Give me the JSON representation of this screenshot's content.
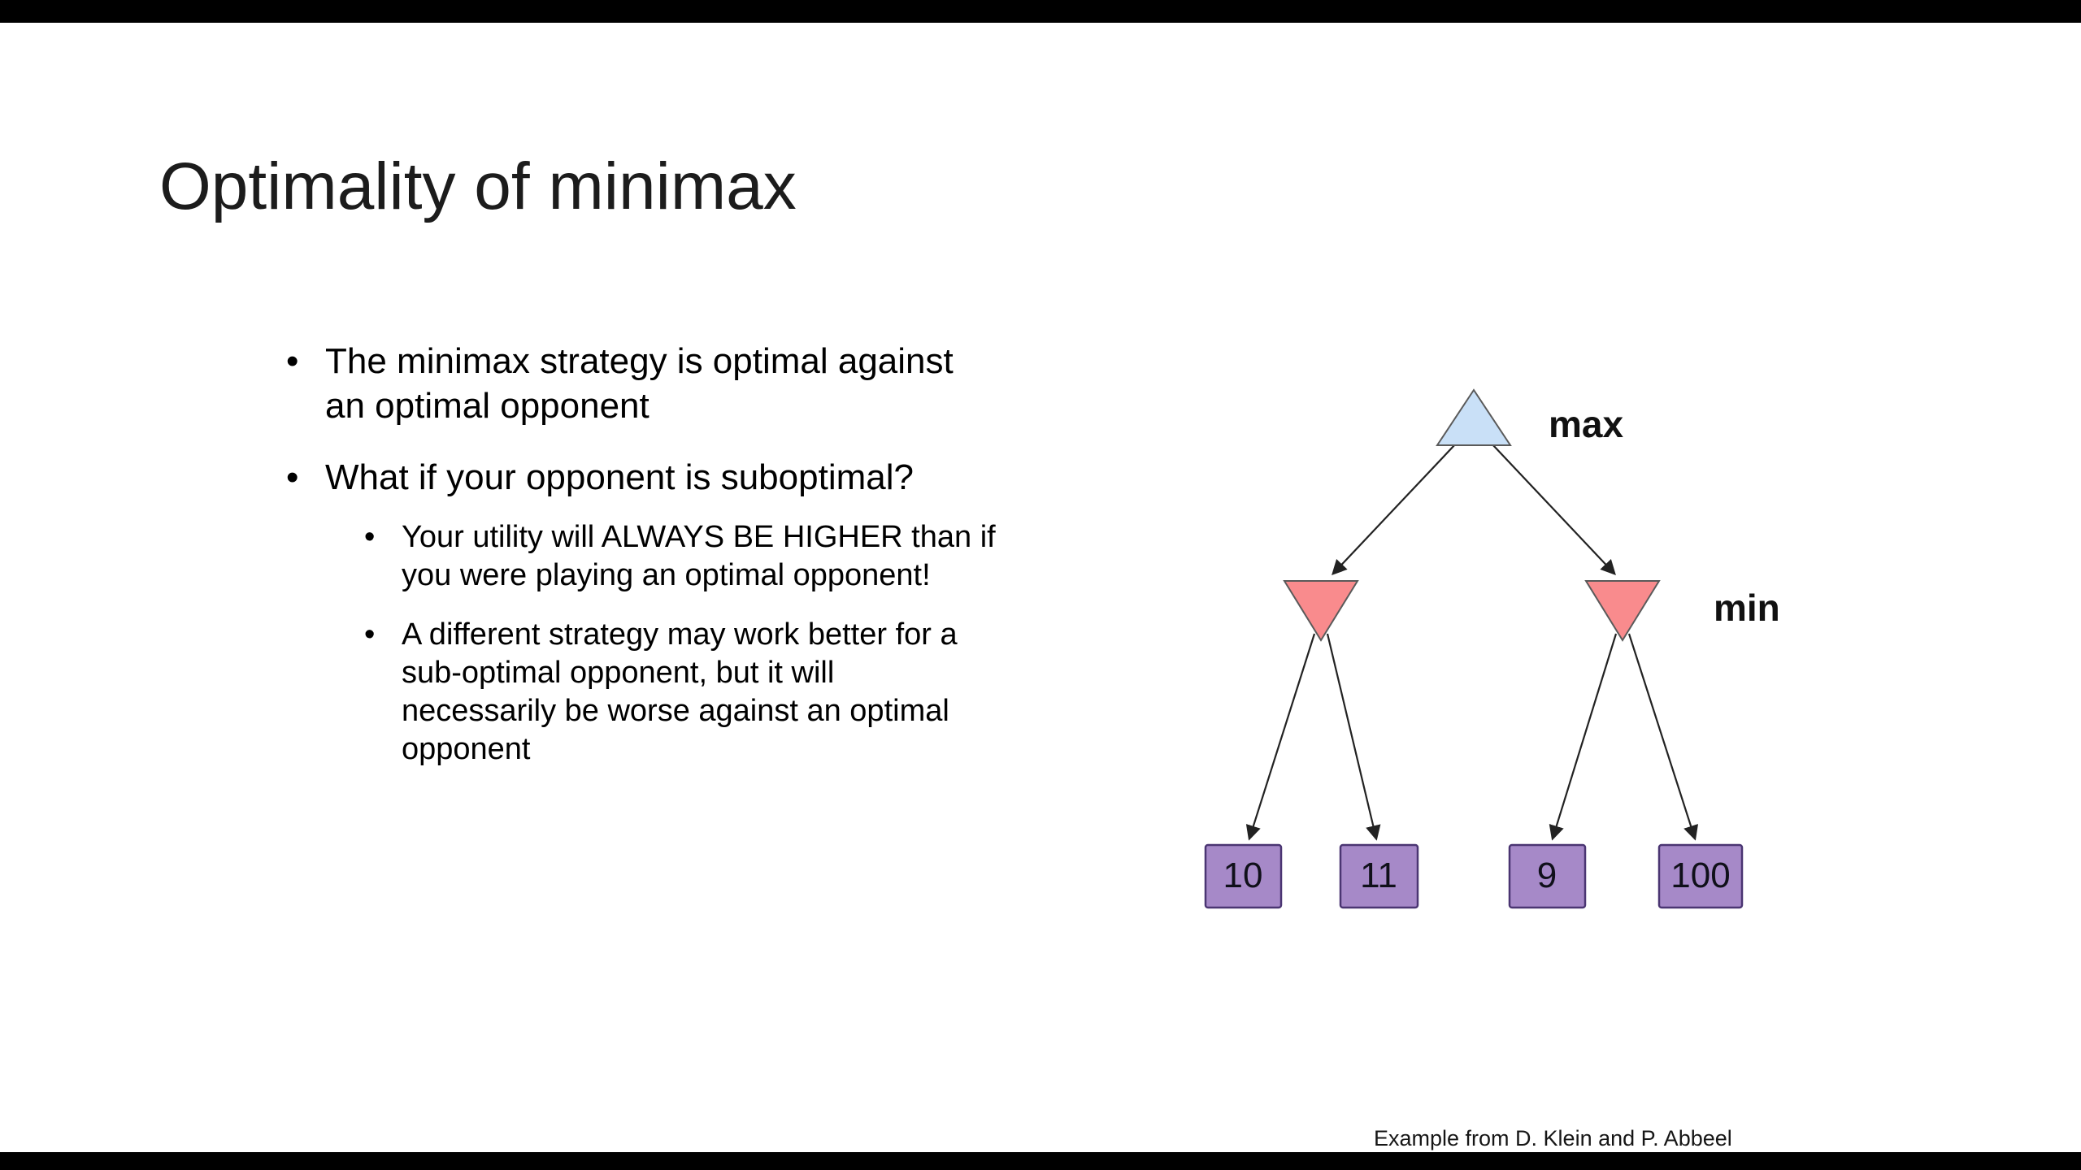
{
  "slide": {
    "title": "Optimality of minimax",
    "bullet_marker": "•",
    "bullets": [
      {
        "text": "The minimax strategy is optimal against\nan optimal opponent"
      },
      {
        "text": "What if your opponent is suboptimal?",
        "sub": [
          "Your utility will ALWAYS BE HIGHER than if\nyou were playing an optimal opponent!",
          "A different strategy may work better for a\nsub-optimal opponent, but it will\nnecessarily be worse against an optimal\nopponent"
        ]
      }
    ],
    "credit": "Example from D. Klein and P. Abbeel"
  },
  "diagram": {
    "max_label": "max",
    "min_label": "min",
    "leaf_values": [
      "10",
      "11",
      "9",
      "100"
    ],
    "colors": {
      "max_fill": "#c9e0f7",
      "min_fill": "#f98b8d",
      "leaf_fill": "#a689c8",
      "leaf_border": "#4a3572",
      "edge": "#222222"
    }
  }
}
